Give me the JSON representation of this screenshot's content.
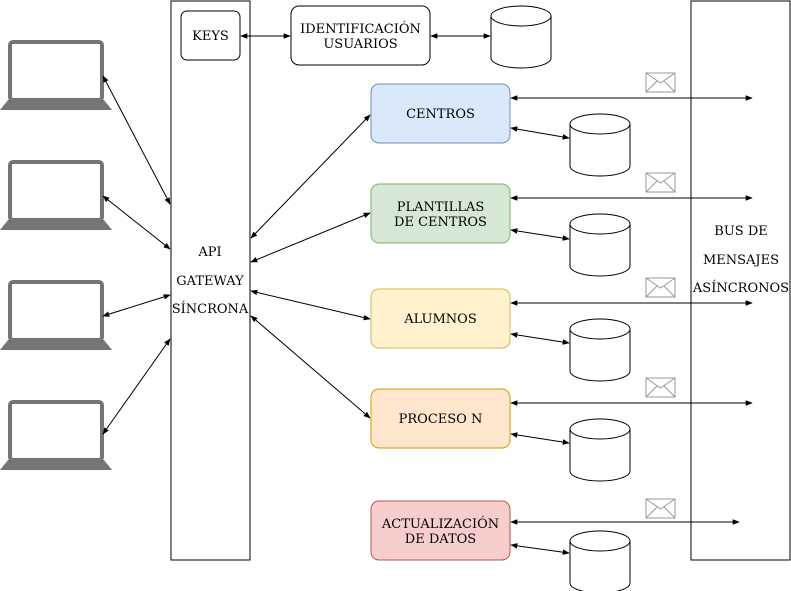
{
  "keys_box": {
    "label": "KEYS"
  },
  "identification_box": {
    "line1": "IDENTIFICACIÓN",
    "line2": "USUARIOS"
  },
  "gateway": {
    "line1": "API",
    "line2": "GATEWAY",
    "line3": "SÍNCRONA"
  },
  "bus": {
    "line1": "BUS DE",
    "line2": "MENSAJES",
    "line3": "ASÍNCRONOS"
  },
  "services": [
    {
      "line1": "CENTROS",
      "line2": "",
      "fill": "#dae8fc",
      "stroke": "#6c8ebf"
    },
    {
      "line1": "PLANTILLAS",
      "line2": "DE CENTROS",
      "fill": "#d5e8d4",
      "stroke": "#82b366"
    },
    {
      "line1": "ALUMNOS",
      "line2": "",
      "fill": "#fff2cc",
      "stroke": "#d6b656"
    },
    {
      "line1": "PROCESO N",
      "line2": "",
      "fill": "#ffe6cc",
      "stroke": "#d79b00"
    },
    {
      "line1": "ACTUALIZACIÓN",
      "line2": "DE DATOS",
      "fill": "#f8cecc",
      "stroke": "#b85450"
    }
  ],
  "icons": {
    "client": "laptop-icon",
    "database": "database-cylinder-icon",
    "message": "envelope-icon"
  }
}
